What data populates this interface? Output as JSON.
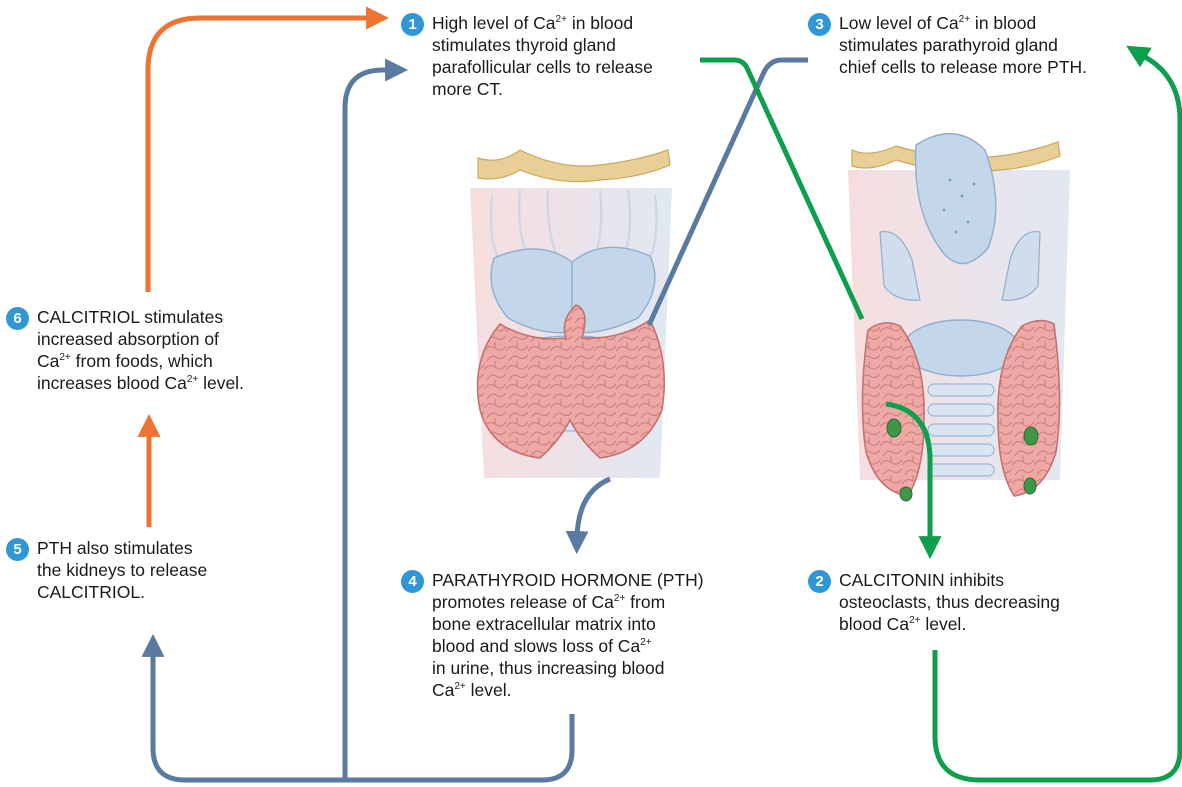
{
  "colors": {
    "badge": "#2f97d6",
    "calcitriol_arrow": "#ee7330",
    "pth_arrow": "#5a7aa1",
    "calcitonin_arrow": "#0e9f4c",
    "gland_tissue": "#eea9a6",
    "cartilage": "#c3d6ea",
    "hyoid": "#e8cf96",
    "parathyroid": "#3f9648"
  },
  "steps": [
    {
      "id": "1",
      "lines": [
        [
          {
            "t": "High level of Ca"
          },
          {
            "t": "2+",
            "sup": true
          },
          {
            "t": " in blood"
          }
        ],
        [
          {
            "t": "stimulates thyroid gland"
          }
        ],
        [
          {
            "t": "parafollicular cells to release"
          }
        ],
        [
          {
            "t": "more CT."
          }
        ]
      ]
    },
    {
      "id": "2",
      "lines": [
        [
          {
            "t": "CALCITONIN inhibits"
          }
        ],
        [
          {
            "t": "osteoclasts, thus decreasing"
          }
        ],
        [
          {
            "t": "blood Ca"
          },
          {
            "t": "2+",
            "sup": true
          },
          {
            "t": " level."
          }
        ]
      ]
    },
    {
      "id": "3",
      "lines": [
        [
          {
            "t": "Low level of Ca"
          },
          {
            "t": "2+",
            "sup": true
          },
          {
            "t": " in blood"
          }
        ],
        [
          {
            "t": "stimulates parathyroid gland"
          }
        ],
        [
          {
            "t": "chief cells to release more PTH."
          }
        ]
      ]
    },
    {
      "id": "4",
      "lines": [
        [
          {
            "t": "PARATHYROID HORMONE (PTH)"
          }
        ],
        [
          {
            "t": "promotes release of Ca"
          },
          {
            "t": "2+",
            "sup": true
          },
          {
            "t": " from"
          }
        ],
        [
          {
            "t": "bone extracellular matrix into"
          }
        ],
        [
          {
            "t": "blood and slows loss of Ca"
          },
          {
            "t": "2+",
            "sup": true
          }
        ],
        [
          {
            "t": "in urine, thus increasing blood"
          }
        ],
        [
          {
            "t": "Ca"
          },
          {
            "t": "2+",
            "sup": true
          },
          {
            "t": " level."
          }
        ]
      ]
    },
    {
      "id": "5",
      "lines": [
        [
          {
            "t": "PTH also stimulates"
          }
        ],
        [
          {
            "t": "the kidneys to release"
          }
        ],
        [
          {
            "t": "CALCITRIOL."
          }
        ]
      ]
    },
    {
      "id": "6",
      "lines": [
        [
          {
            "t": "CALCITRIOL stimulates"
          }
        ],
        [
          {
            "t": "increased absorption of"
          }
        ],
        [
          {
            "t": "Ca"
          },
          {
            "t": "2+",
            "sup": true
          },
          {
            "t": " from foods, which"
          }
        ],
        [
          {
            "t": "increases blood Ca"
          },
          {
            "t": "2+",
            "sup": true
          },
          {
            "t": " level."
          }
        ]
      ]
    }
  ]
}
